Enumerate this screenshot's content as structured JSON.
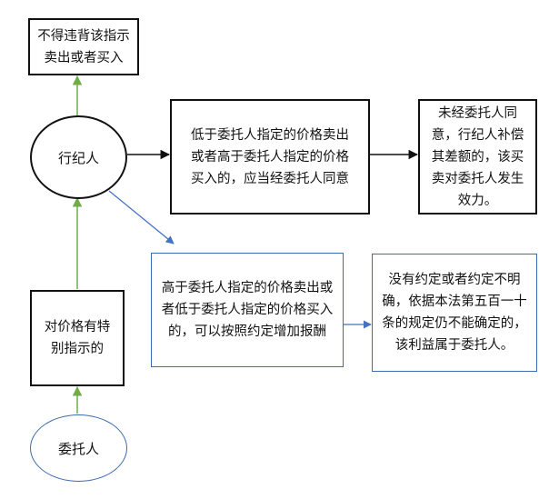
{
  "nodes": {
    "forbidden": "不得违背该指示卖出或者买入",
    "broker": "行纪人",
    "lower_price": "低于委托人指定的价格卖出或者高于委托人指定的价格买入的，应当经委托人同意",
    "compensate": "未经委托人同意，行纪人补偿其差额的，该买卖对委托人发生效力。",
    "higher_price": "高于委托人指定的价格卖出或者低于委托人指定的价格买入的，可以按照约定增加报酬",
    "no_agreement": "没有约定或者约定不明确，依据本法第五百一十条的规定仍不能确定的，该利益属于委托人。",
    "special_instruction": "对价格有特别指示的",
    "principal": "委托人"
  },
  "colors": {
    "black_border": "#111111",
    "blue_border": "#3d6cb0",
    "green_arrow": "#70ad47",
    "blue_arrow": "#4472c4"
  }
}
